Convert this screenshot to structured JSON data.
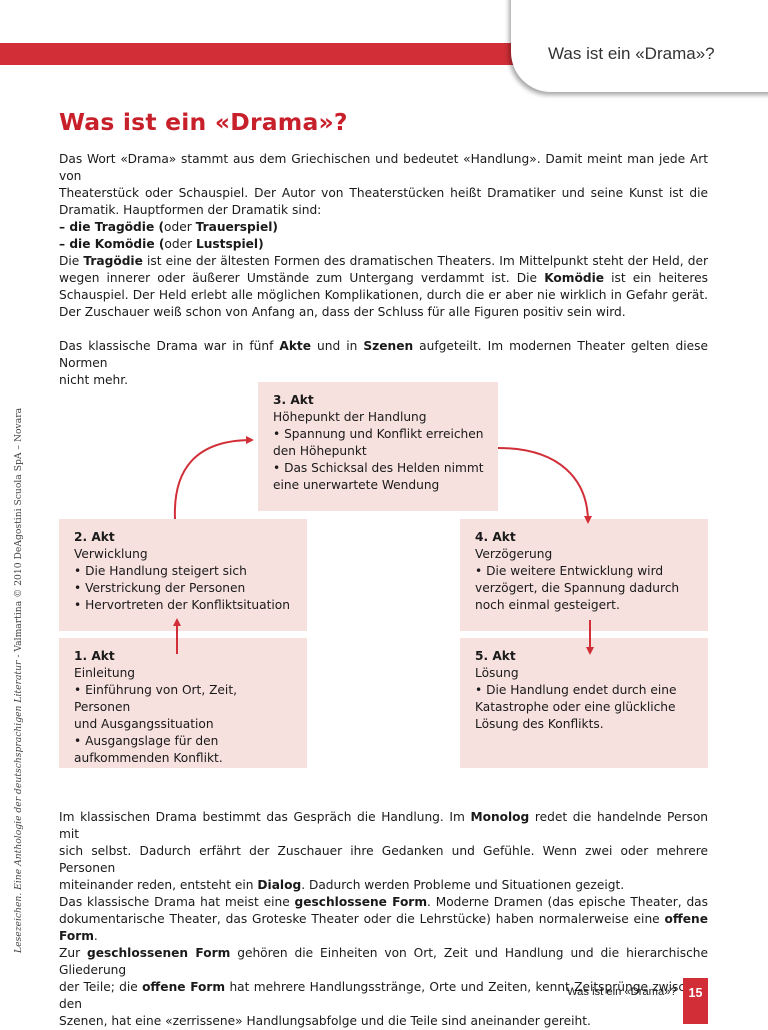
{
  "header": {
    "title": "Was ist ein «Drama»?"
  },
  "side_credit": {
    "italic": "Lesezeichen. Eine Anthologie der deutschsprachigen Literatur",
    "rest": " - Valmartina © 2010 DeAgostini Scuola SpA – Novara"
  },
  "page_title": "Was ist ein «Drama»?",
  "intro": {
    "l1": "Das Wort «Drama» stammt aus dem Griechischen und bedeutet «Handlung». Damit meint man jede Art von",
    "l2": "Theaterstück oder Schauspiel. Der Autor von Theaterstücken heißt Dramatiker und seine Kunst ist die",
    "l3": "Dramatik. Hauptformen der Dramatik sind:",
    "l4a": "– die Tragödie (",
    "l4b": "oder ",
    "l4c": "Trauerspiel)",
    "l5a": "– die Komödie (",
    "l5b": "oder ",
    "l5c": "Lustspiel)"
  },
  "para2": {
    "l1a": "Die ",
    "l1b": "Tragödie",
    "l1c": " ist eine der ältesten Formen des dramatischen Theaters. Im Mittelpunkt steht der Held, der",
    "l2a": "wegen innerer oder äußerer Umstände zum Untergang verdammt ist. Die ",
    "l2b": "Komödie",
    "l2c": " ist ein heiteres",
    "l3": "Schauspiel. Der Held erlebt alle möglichen Komplikationen, durch die er aber nie wirklich in Gefahr gerät.",
    "l4": "Der Zuschauer weiß schon von Anfang an, dass der Schluss für alle Figuren positiv sein wird."
  },
  "para3": {
    "l1a": "Das klassische Drama war in fünf ",
    "l1b": "Akte",
    "l1c": " und in ",
    "l1d": "Szenen",
    "l1e": " aufgeteilt. Im modernen Theater gelten diese Normen",
    "l2": "nicht mehr."
  },
  "acts": {
    "act3": {
      "title": "3. Akt",
      "sub": "Höhepunkt der Handlung",
      "b1": "• Spannung und Konflikt erreichen",
      "b1b": "den Höhepunkt",
      "b2": "• Das Schicksal des Helden nimmt",
      "b2b": "eine unerwartete Wendung"
    },
    "act2": {
      "title": "2. Akt",
      "sub": "Verwicklung",
      "b1": "• Die Handlung steigert sich",
      "b2": "• Verstrickung der Personen",
      "b3": "• Hervortreten der Konfliktsituation"
    },
    "act4": {
      "title": "4. Akt",
      "sub": "Verzögerung",
      "b1": "• Die weitere Entwicklung wird",
      "b1b": "verzögert, die Spannung dadurch",
      "b1c": "noch einmal gesteigert."
    },
    "act1": {
      "title": "1. Akt",
      "sub": "Einleitung",
      "b1": "• Einführung von Ort, Zeit, Personen",
      "b1b": "und Ausgangssituation",
      "b2": "• Ausgangslage für den",
      "b2b": "aufkommenden Konflikt."
    },
    "act5": {
      "title": "5. Akt",
      "sub": "Lösung",
      "b1": "• Die Handlung endet durch eine",
      "b1b": "Katastrophe oder eine glückliche",
      "b1c": "Lösung des Konflikts."
    }
  },
  "para4": {
    "l1a": "Im klassischen Drama bestimmt das Gespräch die Handlung. Im ",
    "l1b": "Monolog",
    "l1c": " redet die handelnde Person mit",
    "l2": "sich selbst. Dadurch erfährt der Zuschauer ihre Gedanken und Gefühle. Wenn zwei oder mehrere Personen",
    "l3a": "miteinander reden, entsteht ein ",
    "l3b": "Dialog",
    "l3c": ". Dadurch werden Probleme und Situationen gezeigt.",
    "l4a": "Das klassische Drama hat meist eine ",
    "l4b": "geschlossene Form",
    "l4c": ". Moderne Dramen (das epische Theater, das",
    "l5a": "dokumentarische Theater, das Groteske Theater oder die Lehrstücke) haben normalerweise eine ",
    "l5b": "offene Form",
    "l5c": ".",
    "l6a": "Zur ",
    "l6b": "geschlossenen Form",
    "l6c": " gehören die Einheiten von Ort, Zeit und Handlung und die hierarchische Gliederung",
    "l7a": "der Teile; die ",
    "l7b": "offene Form",
    "l7c": " hat mehrere Handlungsstränge, Orte und Zeiten, kennt Zeitsprünge zwischen den",
    "l8": "Szenen, hat eine «zerrissene» Handlungsabfolge und die Teile sind aneinander gereiht."
  },
  "footer": {
    "text": "Was ist ein «Drama»?",
    "page": "15"
  },
  "colors": {
    "accent": "#d12e37",
    "title": "#c8202b",
    "box": "#f7e1de"
  }
}
